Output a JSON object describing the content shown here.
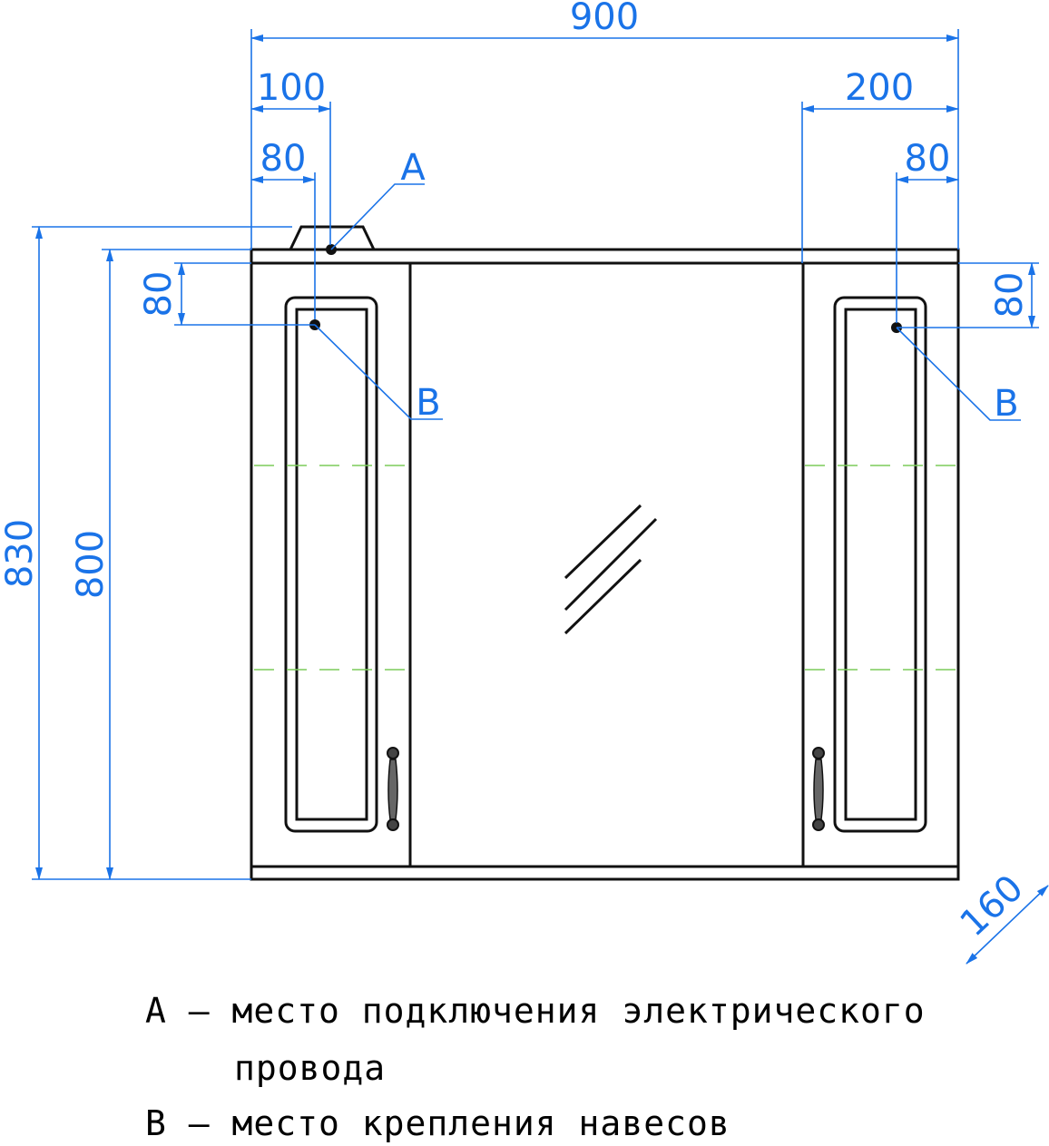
{
  "dimensions": {
    "total_width": "900",
    "left_offset_a": "100",
    "left_offset_b": "80",
    "right_offset": "200",
    "right_offset_b": "80",
    "left_vertical_b": "80",
    "right_vertical_b": "80",
    "total_height": "830",
    "body_height": "800",
    "depth": "160"
  },
  "markers": {
    "a": "A",
    "b_left": "B",
    "b_right": "B"
  },
  "legend": {
    "line1": "A – место подключения электрического",
    "line2": "провода",
    "line3": "B – место крепления навесов"
  },
  "colors": {
    "dimension": "#1a73e8",
    "outline": "#111111",
    "shelf_dashed": "#7ccc5a"
  }
}
